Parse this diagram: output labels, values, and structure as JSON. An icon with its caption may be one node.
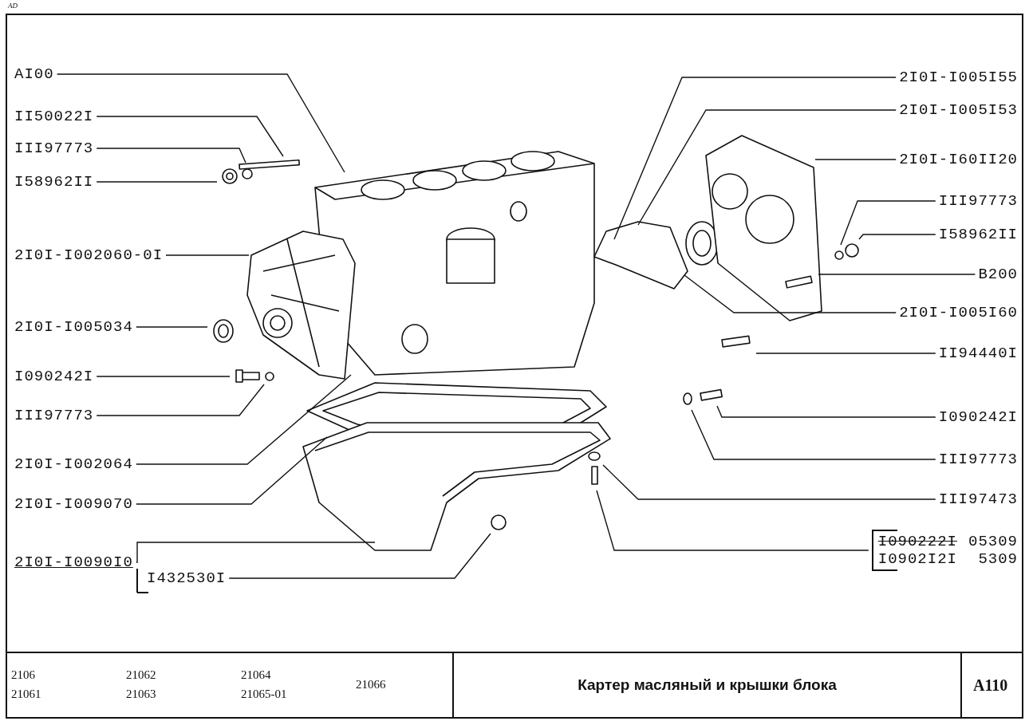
{
  "diagram": {
    "title": "Картер масляный и крышки блока",
    "nodes": [
      {
        "text": [
          "AI00"
        ]
      },
      {
        "text": [
          "II50022I"
        ]
      },
      {
        "text": [
          "III97773"
        ]
      },
      {
        "text": [
          "I58962II"
        ]
      },
      {
        "text": [
          "2I0I-I002060-0I"
        ]
      },
      {
        "text": [
          "2I0I-I005034"
        ]
      },
      {
        "text": [
          "I090242I"
        ]
      },
      {
        "text": [
          "III97773"
        ]
      },
      {
        "text": [
          "2I0I-I002064"
        ]
      },
      {
        "text": [
          "2I0I-I009070"
        ]
      },
      {
        "text": [
          "2I0I-I0090I0"
        ]
      },
      {
        "text": [
          "I432530I"
        ]
      },
      {
        "text": [
          "2I0I-I005I55"
        ]
      },
      {
        "text": [
          "2I0I-I005I53"
        ]
      },
      {
        "text": [
          "2I0I-I60II20"
        ]
      },
      {
        "text": [
          "III97773"
        ]
      },
      {
        "text": [
          "I58962II"
        ]
      },
      {
        "text": [
          "B200"
        ]
      },
      {
        "text": [
          "2I0I-I005I60"
        ]
      },
      {
        "text": [
          "II94440I"
        ]
      },
      {
        "text": [
          "I090242I"
        ]
      },
      {
        "text": [
          "III97773"
        ]
      },
      {
        "text": [
          "III97473"
        ]
      },
      {
        "text": [
          "I090222I",
          "05309",
          "I0902I2I",
          "5309"
        ]
      }
    ],
    "edges": [
      {
        "from": 0,
        "to": null,
        "arrow": "none"
      },
      {
        "from": 1,
        "to": null,
        "arrow": "none"
      },
      {
        "from": 2,
        "to": null,
        "arrow": "none"
      },
      {
        "from": 3,
        "to": null,
        "arrow": "none"
      },
      {
        "from": 4,
        "to": null,
        "arrow": "none"
      },
      {
        "from": 5,
        "to": null,
        "arrow": "none"
      },
      {
        "from": 6,
        "to": null,
        "arrow": "none"
      },
      {
        "from": 7,
        "to": null,
        "arrow": "none"
      },
      {
        "from": 8,
        "to": null,
        "arrow": "none"
      },
      {
        "from": 9,
        "to": null,
        "arrow": "none"
      },
      {
        "from": 10,
        "to": null,
        "arrow": "none"
      },
      {
        "from": 11,
        "to": null,
        "arrow": "none"
      },
      {
        "from": 12,
        "to": null,
        "arrow": "none"
      },
      {
        "from": 13,
        "to": null,
        "arrow": "none"
      },
      {
        "from": 14,
        "to": null,
        "arrow": "none"
      },
      {
        "from": 15,
        "to": null,
        "arrow": "none"
      },
      {
        "from": 16,
        "to": null,
        "arrow": "none"
      },
      {
        "from": 17,
        "to": null,
        "arrow": "none"
      },
      {
        "from": 18,
        "to": null,
        "arrow": "none"
      },
      {
        "from": 19,
        "to": null,
        "arrow": "none"
      },
      {
        "from": 20,
        "to": null,
        "arrow": "none"
      },
      {
        "from": 21,
        "to": null,
        "arrow": "none"
      },
      {
        "from": 22,
        "to": null,
        "arrow": "none"
      },
      {
        "from": 23,
        "to": null,
        "arrow": "none"
      }
    ],
    "labels": [
      "AD",
      "2106",
      "21062",
      "21064",
      "21066",
      "21061",
      "21063",
      "21065-01",
      "A110"
    ]
  }
}
